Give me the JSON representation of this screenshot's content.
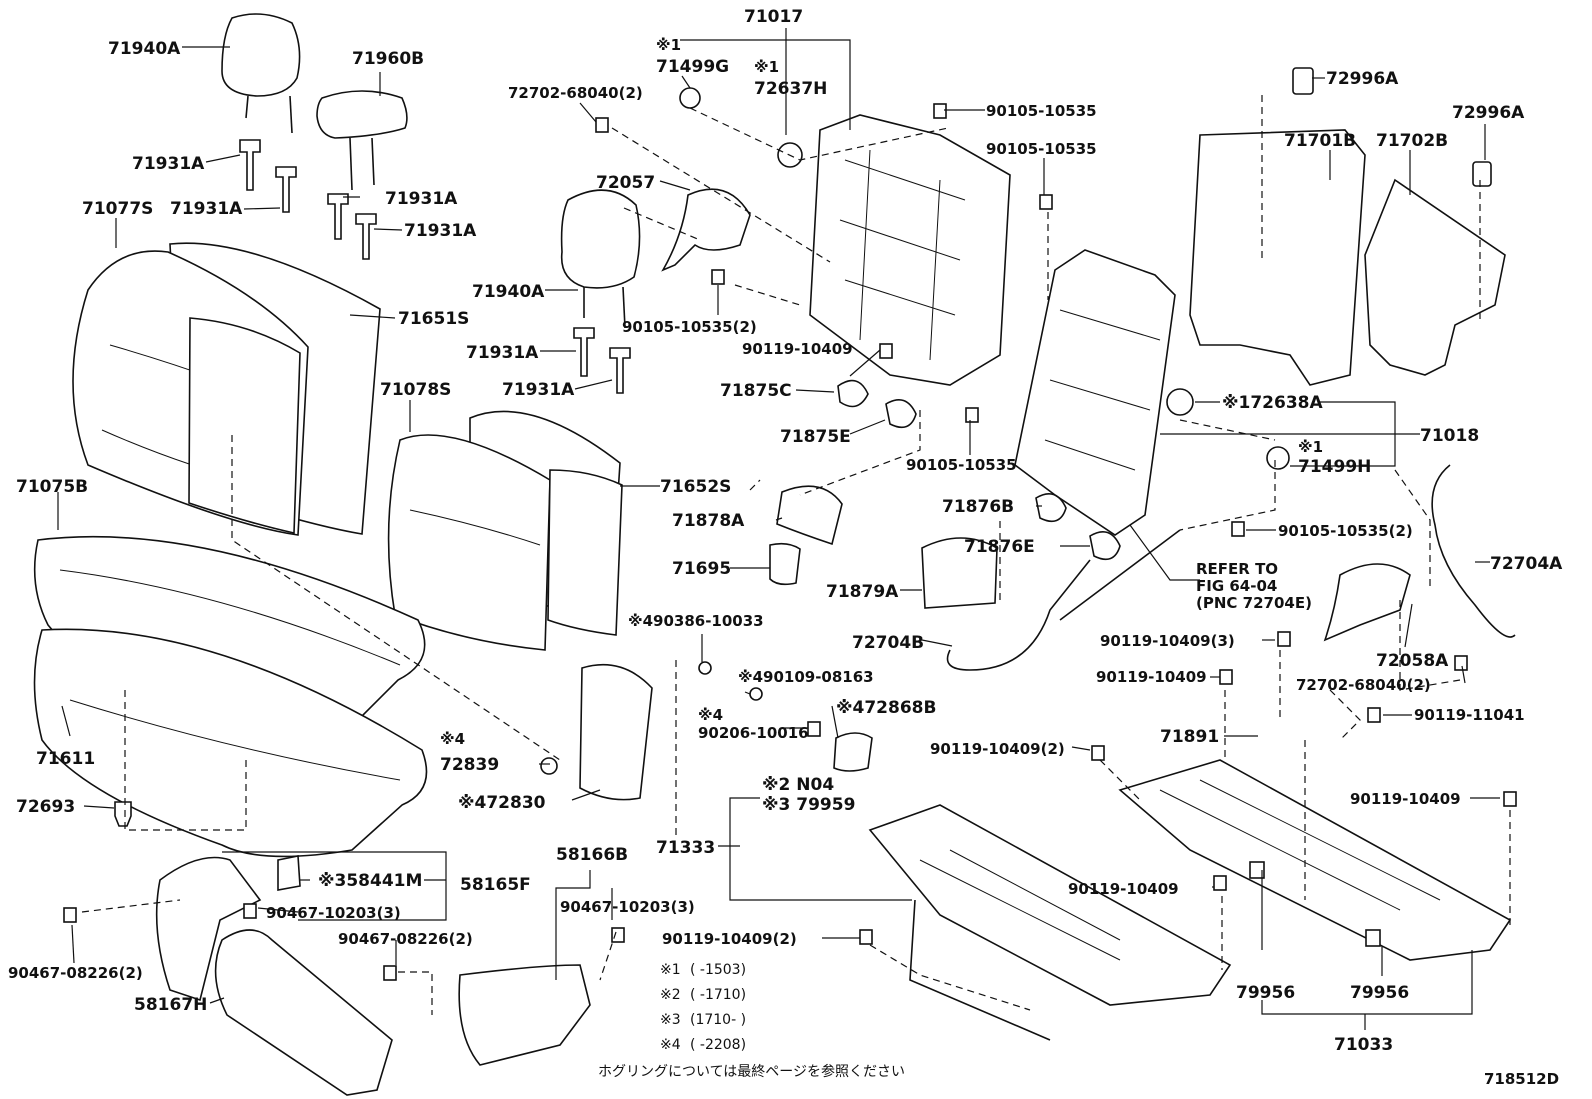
{
  "figure_id": "718512D",
  "footer_note": "ホグリングについては最終ページを参照ください",
  "legend": [
    {
      "mark": "※1",
      "range": "(      -1503)"
    },
    {
      "mark": "※2",
      "range": "(      -1710)"
    },
    {
      "mark": "※3",
      "range": "(1710-      )"
    },
    {
      "mark": "※4",
      "range": "(      -2208)"
    }
  ],
  "refer_note": [
    "REFER TO",
    "FIG 64-04",
    "(PNC 72704E)"
  ],
  "labels": [
    "71940A",
    "71960B",
    "71931A",
    "71931A",
    "71931A",
    "71931A",
    "71077S",
    "71651S",
    "71940A",
    "71931A",
    "71931A",
    "71078S",
    "71075B",
    "71652S",
    "71611",
    "72693",
    "71017",
    "※1",
    "71499G",
    "※1",
    "72637H",
    "72702-68040(2)",
    "72057",
    "90105-10535(2)",
    "90119-10409",
    "71875C",
    "71875E",
    "90105-10535",
    "90105-10535",
    "90105-10535",
    "72996A",
    "72996A",
    "71701B",
    "71702B",
    "※172638A",
    "71018",
    "※1",
    "71499H",
    "90105-10535(2)",
    "71876B",
    "71876E",
    "71878A",
    "71695",
    "71879A",
    "72704B",
    "72704A",
    "90119-10409(3)",
    "72058A",
    "90119-10409",
    "72702-68040(2)",
    "90119-11041",
    "71891",
    "※490386-10033",
    "※490109-08163",
    "※4",
    "90206-10016",
    "※472868B",
    "※4",
    "72839",
    "※472830",
    "71333",
    "※2 N04",
    "※3 79959",
    "90119-10409(2)",
    "90119-10409",
    "90119-10409",
    "90119-10409(2)",
    "79956",
    "79956",
    "71033",
    "※358441M",
    "58165F",
    "90467-10203(3)",
    "58166B",
    "90467-10203(3)",
    "90467-08226(2)",
    "90467-08226(2)",
    "58167H"
  ]
}
